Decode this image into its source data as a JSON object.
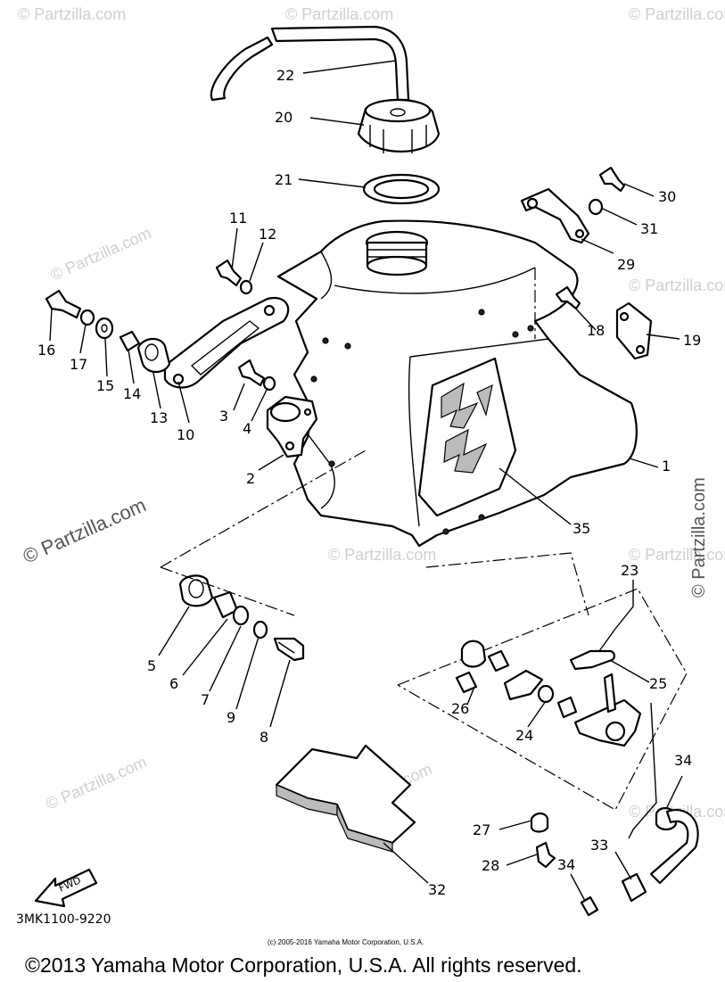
{
  "diagram_code": "3MK1100-9220",
  "source_note": "(c) 2005-2016 Yamaha Motor Corporation, U.S.A.",
  "copyright": "©2013 Yamaha Motor Corporation, U.S.A. All rights reserved.",
  "watermark": "© Partzilla.com",
  "fwd_label": "FWD",
  "callouts": [
    "1",
    "2",
    "3",
    "4",
    "5",
    "6",
    "7",
    "8",
    "9",
    "10",
    "11",
    "12",
    "13",
    "14",
    "15",
    "16",
    "17",
    "18",
    "19",
    "20",
    "21",
    "22",
    "23",
    "24",
    "25",
    "26",
    "27",
    "28",
    "29",
    "30",
    "31",
    "32",
    "33",
    "34",
    "34",
    "35"
  ]
}
